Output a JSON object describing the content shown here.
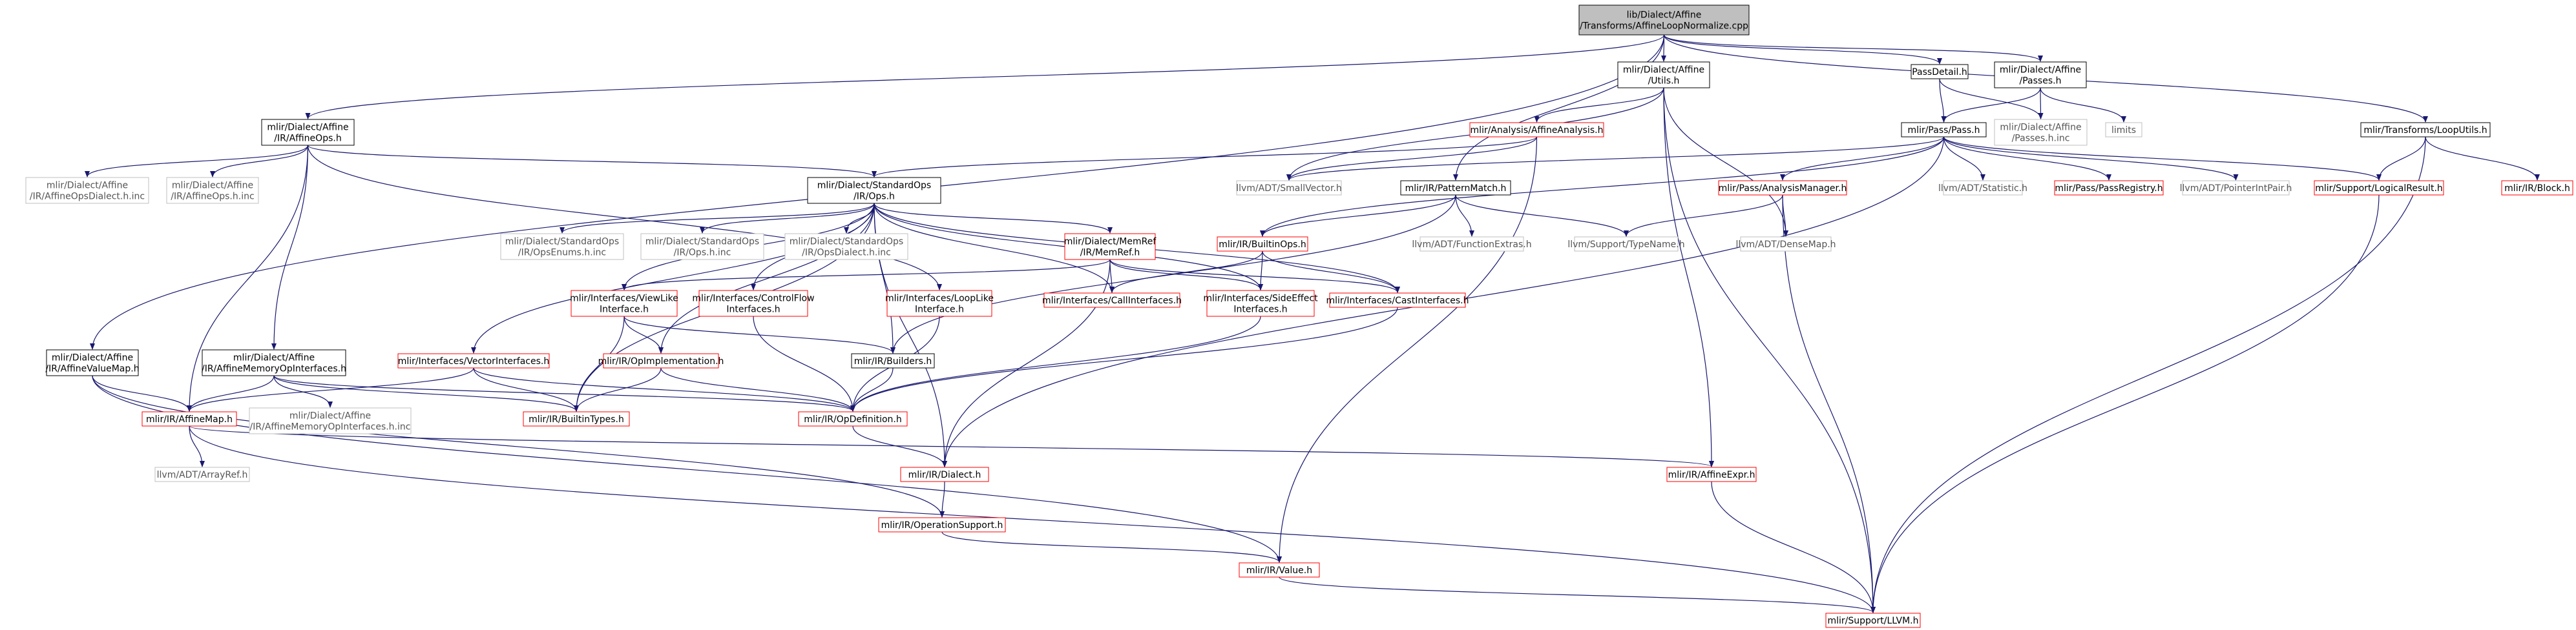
{
  "diagram": {
    "colors": {
      "edge": "#191970",
      "border_black": "#000000",
      "border_red": "#ff0000",
      "border_gray": "#bfbfbf",
      "root_fill": "#bfbfbf",
      "text_black": "#000000",
      "text_gray": "#555555"
    },
    "nodes": [
      {
        "id": "root",
        "lines": [
          "lib/Dialect/Affine",
          "/Transforms/AffineLoopNormalize.cpp"
        ],
        "style": "root"
      },
      {
        "id": "affine_utils",
        "lines": [
          "mlir/Dialect/Affine",
          "/Utils.h"
        ],
        "style": "black"
      },
      {
        "id": "passdetail",
        "lines": [
          "PassDetail.h"
        ],
        "style": "black"
      },
      {
        "id": "affine_passes",
        "lines": [
          "mlir/Dialect/Affine",
          "/Passes.h"
        ],
        "style": "black"
      },
      {
        "id": "affineops",
        "lines": [
          "mlir/Dialect/Affine",
          "/IR/AffineOps.h"
        ],
        "style": "black"
      },
      {
        "id": "affine_analysis",
        "lines": [
          "mlir/Analysis/AffineAnalysis.h"
        ],
        "style": "red"
      },
      {
        "id": "pass",
        "lines": [
          "mlir/Pass/Pass.h"
        ],
        "style": "black"
      },
      {
        "id": "passes_inc",
        "lines": [
          "mlir/Dialect/Affine",
          "/Passes.h.inc"
        ],
        "style": "gray"
      },
      {
        "id": "limits",
        "lines": [
          "limits"
        ],
        "style": "gray"
      },
      {
        "id": "looputils",
        "lines": [
          "mlir/Transforms/LoopUtils.h"
        ],
        "style": "black"
      },
      {
        "id": "aff_dialect_inc",
        "lines": [
          "mlir/Dialect/Affine",
          "/IR/AffineOpsDialect.h.inc"
        ],
        "style": "gray"
      },
      {
        "id": "aff_ops_inc",
        "lines": [
          "mlir/Dialect/Affine",
          "/IR/AffineOps.h.inc"
        ],
        "style": "gray"
      },
      {
        "id": "std_ops",
        "lines": [
          "mlir/Dialect/StandardOps",
          "/IR/Ops.h"
        ],
        "style": "black"
      },
      {
        "id": "smallvector",
        "lines": [
          "llvm/ADT/SmallVector.h"
        ],
        "style": "gray"
      },
      {
        "id": "patternmatch",
        "lines": [
          "mlir/IR/PatternMatch.h"
        ],
        "style": "black"
      },
      {
        "id": "analysismgr",
        "lines": [
          "mlir/Pass/AnalysisManager.h"
        ],
        "style": "red"
      },
      {
        "id": "statistic",
        "lines": [
          "llvm/ADT/Statistic.h"
        ],
        "style": "gray"
      },
      {
        "id": "passregistry",
        "lines": [
          "mlir/Pass/PassRegistry.h"
        ],
        "style": "red"
      },
      {
        "id": "pointerintpair",
        "lines": [
          "llvm/ADT/PointerIntPair.h"
        ],
        "style": "gray"
      },
      {
        "id": "logicalresult",
        "lines": [
          "mlir/Support/LogicalResult.h"
        ],
        "style": "red"
      },
      {
        "id": "block",
        "lines": [
          "mlir/IR/Block.h"
        ],
        "style": "red"
      },
      {
        "id": "std_enums_inc",
        "lines": [
          "mlir/Dialect/StandardOps",
          "/IR/OpsEnums.h.inc"
        ],
        "style": "gray"
      },
      {
        "id": "std_ops_inc",
        "lines": [
          "mlir/Dialect/StandardOps",
          "/IR/Ops.h.inc"
        ],
        "style": "gray"
      },
      {
        "id": "std_dialect_inc",
        "lines": [
          "mlir/Dialect/StandardOps",
          "/IR/OpsDialect.h.inc"
        ],
        "style": "gray"
      },
      {
        "id": "memref",
        "lines": [
          "mlir/Dialect/MemRef",
          "/IR/MemRef.h"
        ],
        "style": "red"
      },
      {
        "id": "builtinops",
        "lines": [
          "mlir/IR/BuiltinOps.h"
        ],
        "style": "red"
      },
      {
        "id": "functionextras",
        "lines": [
          "llvm/ADT/FunctionExtras.h"
        ],
        "style": "gray"
      },
      {
        "id": "typename",
        "lines": [
          "llvm/Support/TypeName.h"
        ],
        "style": "gray"
      },
      {
        "id": "densemap",
        "lines": [
          "llvm/ADT/DenseMap.h"
        ],
        "style": "gray"
      },
      {
        "id": "affinevaluemap",
        "lines": [
          "mlir/Dialect/Affine",
          "/IR/AffineValueMap.h"
        ],
        "style": "black"
      },
      {
        "id": "affmemopif",
        "lines": [
          "mlir/Dialect/Affine",
          "/IR/AffineMemoryOpInterfaces.h"
        ],
        "style": "black"
      },
      {
        "id": "vectorif",
        "lines": [
          "mlir/Interfaces/VectorInterfaces.h"
        ],
        "style": "red"
      },
      {
        "id": "viewlike",
        "lines": [
          "mlir/Interfaces/ViewLike",
          "Interface.h"
        ],
        "style": "red"
      },
      {
        "id": "controlflow",
        "lines": [
          "mlir/Interfaces/ControlFlow",
          "Interfaces.h"
        ],
        "style": "red"
      },
      {
        "id": "looplike",
        "lines": [
          "mlir/Interfaces/LoopLike",
          "Interface.h"
        ],
        "style": "red"
      },
      {
        "id": "callif",
        "lines": [
          "mlir/Interfaces/CallInterfaces.h"
        ],
        "style": "red"
      },
      {
        "id": "sideeffect",
        "lines": [
          "mlir/Interfaces/SideEffect",
          "Interfaces.h"
        ],
        "style": "red"
      },
      {
        "id": "castif",
        "lines": [
          "mlir/Interfaces/CastInterfaces.h"
        ],
        "style": "red"
      },
      {
        "id": "opimpl",
        "lines": [
          "mlir/IR/OpImplementation.h"
        ],
        "style": "red"
      },
      {
        "id": "builders",
        "lines": [
          "mlir/IR/Builders.h"
        ],
        "style": "black"
      },
      {
        "id": "affinemap",
        "lines": [
          "mlir/IR/AffineMap.h"
        ],
        "style": "red"
      },
      {
        "id": "affmemop_inc",
        "lines": [
          "mlir/Dialect/Affine",
          "/IR/AffineMemoryOpInterfaces.h.inc"
        ],
        "style": "gray"
      },
      {
        "id": "builtintypes",
        "lines": [
          "mlir/IR/BuiltinTypes.h"
        ],
        "style": "red"
      },
      {
        "id": "opdefinition",
        "lines": [
          "mlir/IR/OpDefinition.h"
        ],
        "style": "red"
      },
      {
        "id": "arrayref",
        "lines": [
          "llvm/ADT/ArrayRef.h"
        ],
        "style": "gray"
      },
      {
        "id": "dialect",
        "lines": [
          "mlir/IR/Dialect.h"
        ],
        "style": "red"
      },
      {
        "id": "affineexpr",
        "lines": [
          "mlir/IR/AffineExpr.h"
        ],
        "style": "red"
      },
      {
        "id": "opsupport",
        "lines": [
          "mlir/IR/OperationSupport.h"
        ],
        "style": "red"
      },
      {
        "id": "value",
        "lines": [
          "mlir/IR/Value.h"
        ],
        "style": "red"
      },
      {
        "id": "support_llvm",
        "lines": [
          "mlir/Support/LLVM.h"
        ],
        "style": "red"
      }
    ],
    "edges": [
      [
        "root",
        "affine_utils"
      ],
      [
        "root",
        "passdetail"
      ],
      [
        "root",
        "affine_passes"
      ],
      [
        "root",
        "affineops"
      ],
      [
        "root",
        "looputils"
      ],
      [
        "root",
        "patternmatch"
      ],
      [
        "root",
        "affinevaluemap"
      ],
      [
        "affine_utils",
        "affine_analysis"
      ],
      [
        "affine_utils",
        "smallvector"
      ],
      [
        "affine_utils",
        "densemap"
      ],
      [
        "affine_utils",
        "affineexpr"
      ],
      [
        "affine_utils",
        "support_llvm"
      ],
      [
        "passdetail",
        "pass"
      ],
      [
        "passdetail",
        "passes_inc"
      ],
      [
        "affine_passes",
        "pass"
      ],
      [
        "affine_passes",
        "passes_inc"
      ],
      [
        "affine_passes",
        "limits"
      ],
      [
        "affineops",
        "aff_dialect_inc"
      ],
      [
        "affineops",
        "aff_ops_inc"
      ],
      [
        "affineops",
        "std_ops"
      ],
      [
        "affineops",
        "affmemopif"
      ],
      [
        "affineops",
        "affinemap"
      ],
      [
        "affineops",
        "looplike"
      ],
      [
        "affine_analysis",
        "smallvector"
      ],
      [
        "affine_analysis",
        "std_ops"
      ],
      [
        "affine_analysis",
        "value"
      ],
      [
        "pass",
        "smallvector"
      ],
      [
        "pass",
        "analysismgr"
      ],
      [
        "pass",
        "statistic"
      ],
      [
        "pass",
        "passregistry"
      ],
      [
        "pass",
        "pointerintpair"
      ],
      [
        "pass",
        "logicalresult"
      ],
      [
        "pass",
        "builtinops"
      ],
      [
        "pass",
        "dialect"
      ],
      [
        "looputils",
        "logicalresult"
      ],
      [
        "looputils",
        "block"
      ],
      [
        "looputils",
        "support_llvm"
      ],
      [
        "std_ops",
        "std_enums_inc"
      ],
      [
        "std_ops",
        "std_ops_inc"
      ],
      [
        "std_ops",
        "std_dialect_inc"
      ],
      [
        "std_ops",
        "memref"
      ],
      [
        "std_ops",
        "vectorif"
      ],
      [
        "std_ops",
        "viewlike"
      ],
      [
        "std_ops",
        "controlflow"
      ],
      [
        "std_ops",
        "callif"
      ],
      [
        "std_ops",
        "sideeffect"
      ],
      [
        "std_ops",
        "castif"
      ],
      [
        "std_ops",
        "opimpl"
      ],
      [
        "std_ops",
        "builders"
      ],
      [
        "std_ops",
        "builtintypes"
      ],
      [
        "std_ops",
        "dialect"
      ],
      [
        "patternmatch",
        "builtinops"
      ],
      [
        "patternmatch",
        "functionextras"
      ],
      [
        "patternmatch",
        "typename"
      ],
      [
        "patternmatch",
        "builders"
      ],
      [
        "analysismgr",
        "typename"
      ],
      [
        "analysismgr",
        "densemap"
      ],
      [
        "analysismgr",
        "support_llvm"
      ],
      [
        "logicalresult",
        "support_llvm"
      ],
      [
        "memref",
        "viewlike"
      ],
      [
        "memref",
        "callif"
      ],
      [
        "memref",
        "sideeffect"
      ],
      [
        "memref",
        "castif"
      ],
      [
        "memref",
        "dialect"
      ],
      [
        "builtinops",
        "callif"
      ],
      [
        "builtinops",
        "sideeffect"
      ],
      [
        "builtinops",
        "castif"
      ],
      [
        "affinevaluemap",
        "affinemap"
      ],
      [
        "affinevaluemap",
        "opsupport"
      ],
      [
        "affinevaluemap",
        "value"
      ],
      [
        "affmemopif",
        "affmemop_inc"
      ],
      [
        "affmemopif",
        "opdefinition"
      ],
      [
        "affmemopif",
        "affinemap"
      ],
      [
        "affmemopif",
        "builtintypes"
      ],
      [
        "vectorif",
        "affinemap"
      ],
      [
        "vectorif",
        "builtintypes"
      ],
      [
        "vectorif",
        "opdefinition"
      ],
      [
        "viewlike",
        "builders"
      ],
      [
        "viewlike",
        "opimpl"
      ],
      [
        "viewlike",
        "builtintypes"
      ],
      [
        "controlflow",
        "opdefinition"
      ],
      [
        "looplike",
        "opdefinition"
      ],
      [
        "sideeffect",
        "opdefinition"
      ],
      [
        "castif",
        "opdefinition"
      ],
      [
        "opimpl",
        "builtintypes"
      ],
      [
        "opimpl",
        "opdefinition"
      ],
      [
        "builders",
        "opdefinition"
      ],
      [
        "affinemap",
        "arrayref"
      ],
      [
        "affinemap",
        "affineexpr"
      ],
      [
        "affinemap",
        "support_llvm"
      ],
      [
        "opdefinition",
        "dialect"
      ],
      [
        "dialect",
        "opsupport"
      ],
      [
        "opsupport",
        "value"
      ],
      [
        "affineexpr",
        "support_llvm"
      ],
      [
        "value",
        "support_llvm"
      ]
    ]
  }
}
